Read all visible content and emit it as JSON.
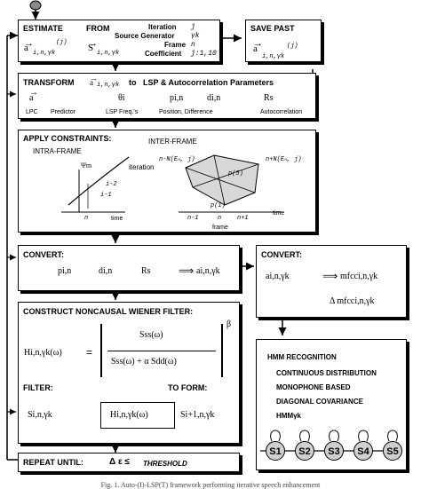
{
  "estimate": {
    "title": "ESTIMATE",
    "from": "FROM",
    "a_vec": "a",
    "a_sub": "i,n,γk",
    "a_sup": "(j)",
    "s_vec": "S",
    "s_sub": "i,n,γk",
    "iteration_label": "Iteration",
    "iteration_val": "j",
    "source_label": "Source Generator",
    "source_val": "γk",
    "frame_label": "Frame",
    "frame_val": "n",
    "coef_label": "Coefficient",
    "coef_val": "j:1,10"
  },
  "save_past": {
    "title": "SAVE PAST",
    "a_sub": "i,n,γk",
    "a_sup": "(j)"
  },
  "transform": {
    "title": "TRANSFORM",
    "a_sub": "i,n,γk",
    "to": "to",
    "rest": "LSP & Autocorrelation Parameters",
    "lpc_label": "LPC",
    "predictor_label": "Predictor",
    "lsp_label": "LSP Freq.'s",
    "pos_label": "Position, Difference",
    "auto_label": "Autocorrelation",
    "theta": "θi",
    "p": "pi,n",
    "d": "di,n",
    "r": "Rs"
  },
  "constraints": {
    "title": "APPLY CONSTRAINTS:",
    "intra": "INTRA-FRAME",
    "inter": "INTER-FRAME",
    "psi": "Ψm",
    "iteration": "iteration",
    "i2": "i-2",
    "i1": "i-1",
    "n": "n",
    "time": "time",
    "nN_minus": "n-N(Eₙ, j)",
    "nN_plus": "n+N(Eₙ, j)",
    "p5": "p(5)",
    "p1": "p(1)",
    "nm1": "n-1",
    "n_mid": "n",
    "np1": "n+1",
    "time2": "time",
    "frame": "frame"
  },
  "convert1": {
    "title": "CONVERT:",
    "p": "pi,n",
    "d": "di,n",
    "r": "Rs",
    "arrow": "⟹",
    "a": "ai,n,γk"
  },
  "convert2": {
    "title": "CONVERT:",
    "a": "ai,n,γk",
    "arrow": "⟹",
    "mfcc": "mfcci,n,γk",
    "dmfcc": "Δ mfcci,n,γk"
  },
  "wiener": {
    "title": "CONSTRUCT NONCAUSAL WIENER FILTER:",
    "h": "Hi,n,γk(ω)",
    "eq": "=",
    "num": "Sss(ω)",
    "den": "Sss(ω) + α Sdd(ω)",
    "beta": "β",
    "filter_label": "FILTER:",
    "to_form": "TO FORM:",
    "s_in": "Si,n,γk",
    "h_box": "Hi,n,γk(ω)",
    "s_out": "Si+1,n,γk"
  },
  "hmm": {
    "title": "HMM RECOGNITION",
    "line1": "CONTINUOUS DISTRIBUTION",
    "line2": "MONOPHONE BASED",
    "line3": "DIAGONAL COVARIANCE",
    "line4": "HMMγk",
    "states": [
      "S1",
      "S2",
      "S3",
      "S4",
      "S5"
    ]
  },
  "repeat": {
    "title": "REPEAT UNTIL:",
    "cond": "Δ ε ≤",
    "threshold": "THRESHOLD"
  },
  "caption": "Fig. 1. Auto-(I)-LSP(T) framework performing iterative speech enhancement"
}
